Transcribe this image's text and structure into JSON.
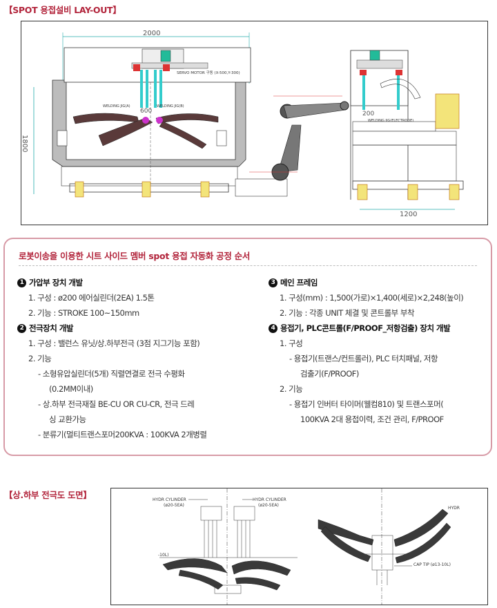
{
  "section1": {
    "title": "【SPOT 용접설비 LAY-OUT】"
  },
  "layout_drawing": {
    "dim_top": "2000",
    "dim_side": "1800",
    "dim_600": "600",
    "dim_200": "200",
    "dim_bottom": "1200",
    "label_servo": "SERVO MOTOR 구동 (X-500,Y-300)",
    "label_jig_a": "WELDING JIG(A)",
    "label_jig_b": "WELDING JIG(B)",
    "label_jig_electrode": "WELDING JIG(ELECTRODE)"
  },
  "process": {
    "title": "로봇이송을 이용한 시트 사이드 멤버 spot 용접 자동화 공정 순서",
    "items": [
      {
        "num": "1",
        "heading": "가압부 장치 개발",
        "lines": [
          "1. 구성 : ø200 에어실린더(2EA) 1.5톤",
          "2. 기능 : STROKE 100~150mm"
        ]
      },
      {
        "num": "2",
        "heading": "전극장치 개발",
        "lines": [
          "1. 구성 : 밸런스 유닛/상.하부전극 (3점 지그기능 포함)",
          "2. 기능"
        ],
        "subs": [
          "- 소형유압실린더(5개) 직렬연결로 전극 수평화",
          "(0.2MM이내)",
          "- 상.하부 전극재질 BE-CU OR CU-CR, 전극 드레",
          "싱 교환가능",
          "- 분류기(멀티트랜스포머200KVA : 100KVA 2개병렬"
        ]
      },
      {
        "num": "3",
        "heading": "메인 프레임",
        "lines": [
          "1. 구성(mm) : 1,500(가로)×1,400(세로)×2,248(높이)",
          "2. 기능 : 각종 UNIT 체결 및 콘트롤부 부착"
        ]
      },
      {
        "num": "4",
        "heading": "용접기, PLC콘트롤(F/PROOF_저항검출) 장치 개발",
        "lines": [
          "1. 구성"
        ],
        "subs": [
          "- 용접기(트랜스/컨트롤러), PLC 터치패널, 저항",
          "검출기(F/PROOF)"
        ],
        "lines2": [
          "2. 기능"
        ],
        "subs2": [
          "- 용접기 인버터 타이머(웰컴810) 및 트랜스포머(",
          "100KVA 2대 용접이력, 조건 관리, F/PROOF"
        ]
      }
    ]
  },
  "section2": {
    "title": "【상.하부 전극도 도면】"
  },
  "electrode_drawing": {
    "label_cyl1": "HYDR CYLINDER",
    "label_cyl1_spec": "(ø20-5EA)",
    "label_cyl2": "HYDR CYLINDER",
    "label_cyl2_spec": "(ø20-5EA)",
    "label_10l": "-10L)",
    "label_hydr": "HYDR",
    "label_cap": "CAP TIP (ø13-10L)"
  }
}
